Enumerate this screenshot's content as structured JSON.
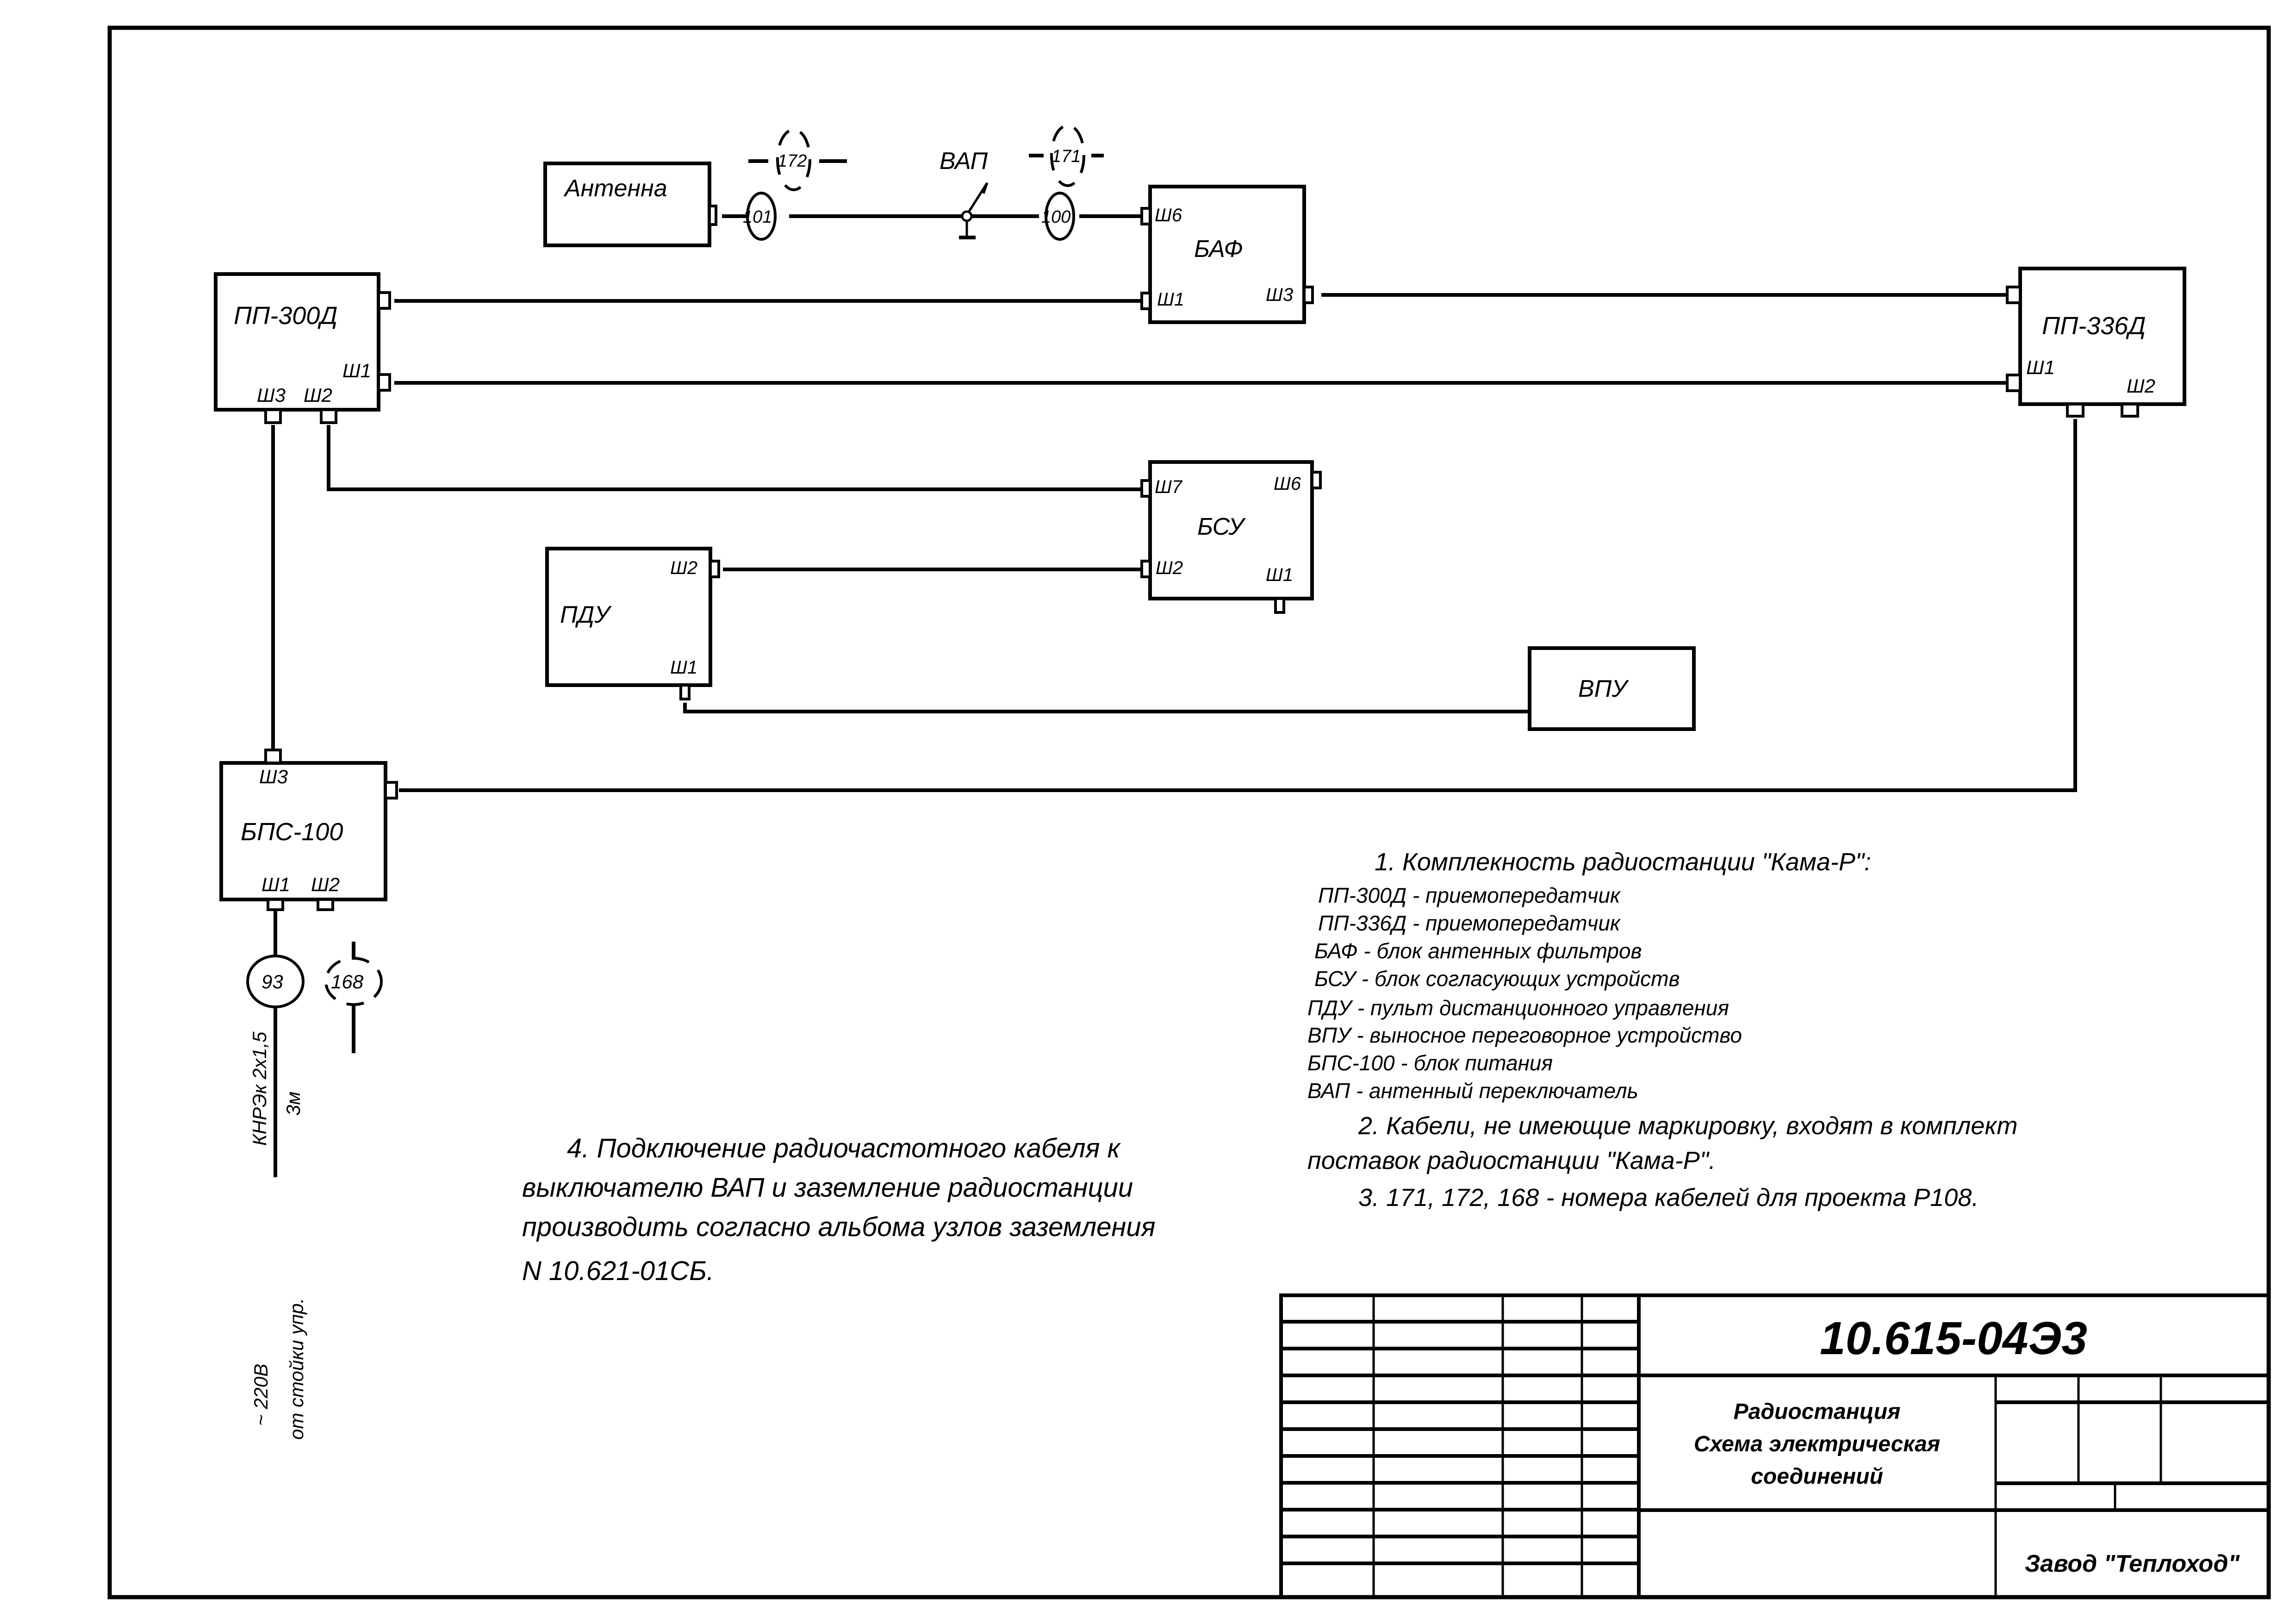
{
  "diagram": {
    "type": "electrical connection schematic",
    "blocks": {
      "antenna": "Антенна",
      "baf": "БАФ",
      "pp300d": "ПП-300Д",
      "pp336d": "ПП-336Д",
      "bsu": "БСУ",
      "pdu": "ПДУ",
      "vpu": "ВПУ",
      "bps100": "БПС-100",
      "vap": "ВАП"
    },
    "ports": {
      "baf_sh6": "Ш6",
      "baf_sh1": "Ш1",
      "baf_sh3": "Ш3",
      "pp300d_sh1": "Ш1",
      "pp300d_sh3": "Ш3",
      "pp300d_sh2": "Ш2",
      "pp336d_sh1": "Ш1",
      "pp336d_sh2": "Ш2",
      "bsu_sh7": "Ш7",
      "bsu_sh6": "Ш6",
      "bsu_sh2": "Ш2",
      "bsu_sh1": "Ш1",
      "pdu_sh2": "Ш2",
      "pdu_sh1": "Ш1",
      "bps_sh3": "Ш3",
      "bps_sh1": "Ш1",
      "bps_sh2": "Ш2"
    },
    "cables": {
      "c101": "101",
      "c100": "100",
      "c172": "172",
      "c171": "171",
      "c93": "93",
      "c168": "168"
    },
    "power_cable": {
      "type": "КНРЭк 2х1,5",
      "length": "3м",
      "voltage": "~ 220В",
      "source": "от стойки упр."
    },
    "connections": [
      {
        "from": "Антенна",
        "to": "ВАП",
        "cable": "101 (172)"
      },
      {
        "from": "ВАП",
        "to": "БАФ Ш6",
        "cable": "100 (171)"
      },
      {
        "from": "ПП-300Д",
        "to": "БАФ Ш1"
      },
      {
        "from": "БАФ Ш3",
        "to": "ПП-336Д"
      },
      {
        "from": "ПП-300Д Ш1",
        "to": "ПП-336Д Ш1"
      },
      {
        "from": "ПП-300Д Ш2",
        "to": "БСУ Ш7"
      },
      {
        "from": "ПДУ Ш2",
        "to": "БСУ Ш2"
      },
      {
        "from": "ПДУ Ш1",
        "to": "ВПУ"
      },
      {
        "from": "ПП-300Д Ш3",
        "to": "БПС-100 Ш3"
      },
      {
        "from": "БПС-100",
        "to": "ПП-336Д"
      },
      {
        "from": "БПС-100 Ш1",
        "to": "~220В",
        "cable": "93 (168)"
      }
    ]
  },
  "notes": {
    "note1_title": "1. Комплекность радиостанции \"Кама-Р\":",
    "items": [
      "ПП-300Д - приемопередатчик",
      "ПП-336Д - приемопередатчик",
      "БАФ - блок антенных фильтров",
      "БСУ - блок согласующих устройств",
      "ПДУ - пульт дистанционного управления",
      "ВПУ - выносное переговорное устройство",
      "БПС-100 - блок питания",
      "ВАП - антенный переключатель"
    ],
    "note2_line1": "2. Кабели, не имеющие маркировку, входят в комплект",
    "note2_line2": "поставок радиостанции \"Кама-Р\".",
    "note3": "3. 171, 172, 168 - номера кабелей для проекта Р108.",
    "note4_lines": [
      "4. Подключение радиочастотного кабеля к",
      "выключателю ВАП и заземление радиостанции",
      "производить согласно альбома узлов заземления",
      "N 10.621-01СБ."
    ]
  },
  "title_block": {
    "doc_number": "10.615-04Э3",
    "title_lines": [
      "Радиостанция",
      "Схема электрическая",
      "соединений"
    ],
    "organization": "Завод \"Теплоход\""
  }
}
